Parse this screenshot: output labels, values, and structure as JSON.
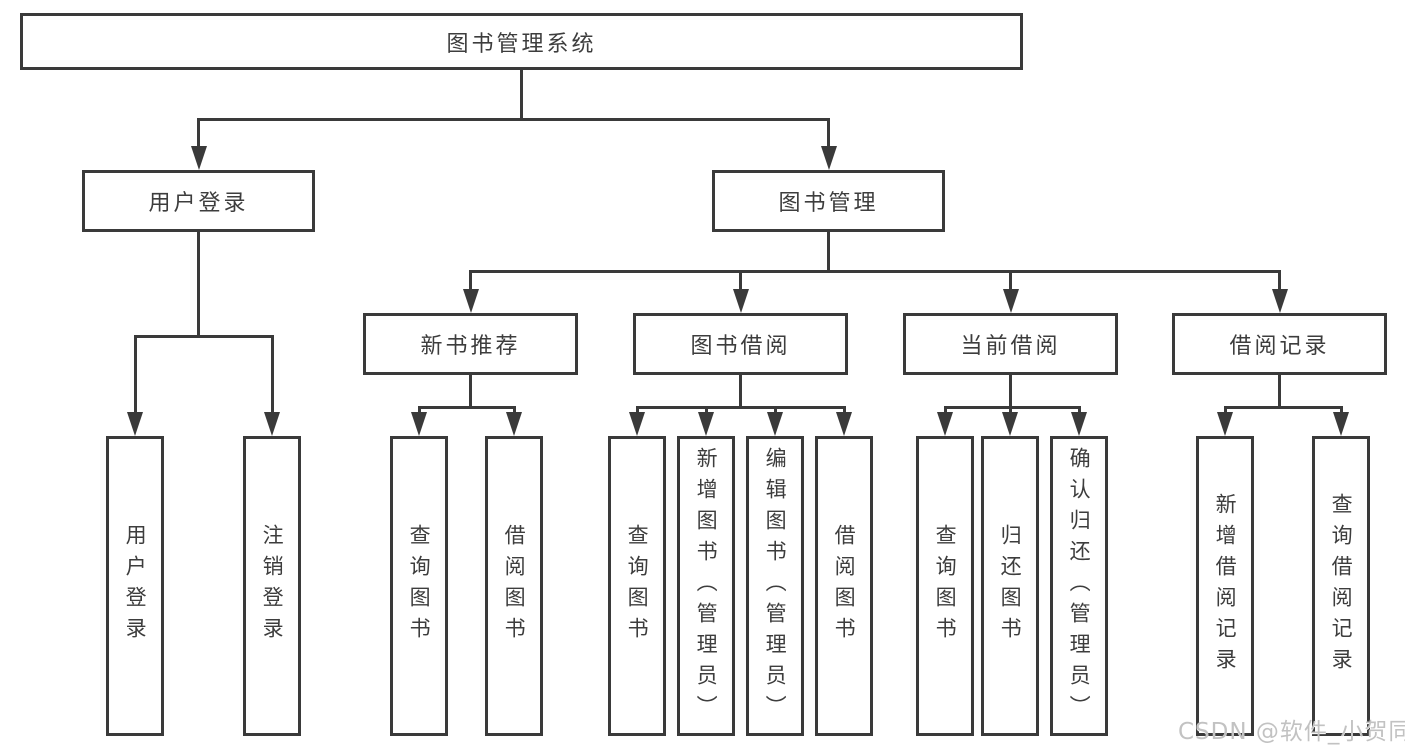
{
  "diagram": {
    "root": {
      "label": "图书管理系统"
    },
    "level2": [
      {
        "label": "用户登录"
      },
      {
        "label": "图书管理"
      }
    ],
    "level3": [
      {
        "label": "新书推荐"
      },
      {
        "label": "图书借阅"
      },
      {
        "label": "当前借阅"
      },
      {
        "label": "借阅记录"
      }
    ],
    "leaves": {
      "user_login": [
        {
          "label": "用户登录"
        },
        {
          "label": "注销登录"
        }
      ],
      "new_book_recommend": [
        {
          "label": "查询图书"
        },
        {
          "label": "借阅图书"
        }
      ],
      "book_borrow": [
        {
          "label": "查询图书"
        },
        {
          "label": "新增图书（管理员）"
        },
        {
          "label": "编辑图书（管理员）"
        },
        {
          "label": "借阅图书"
        }
      ],
      "current_borrow": [
        {
          "label": "查询图书"
        },
        {
          "label": "归还图书"
        },
        {
          "label": "确认归还（管理员）"
        }
      ],
      "borrow_records": [
        {
          "label": "新增借阅记录"
        },
        {
          "label": "查询借阅记录"
        }
      ]
    }
  },
  "watermark": {
    "text": "CSDN @软件_小贺同学"
  },
  "colors": {
    "line": "#3a3a3a",
    "text": "#3d3d3d",
    "watermark": "#c2c2c2",
    "background": "#ffffff"
  }
}
